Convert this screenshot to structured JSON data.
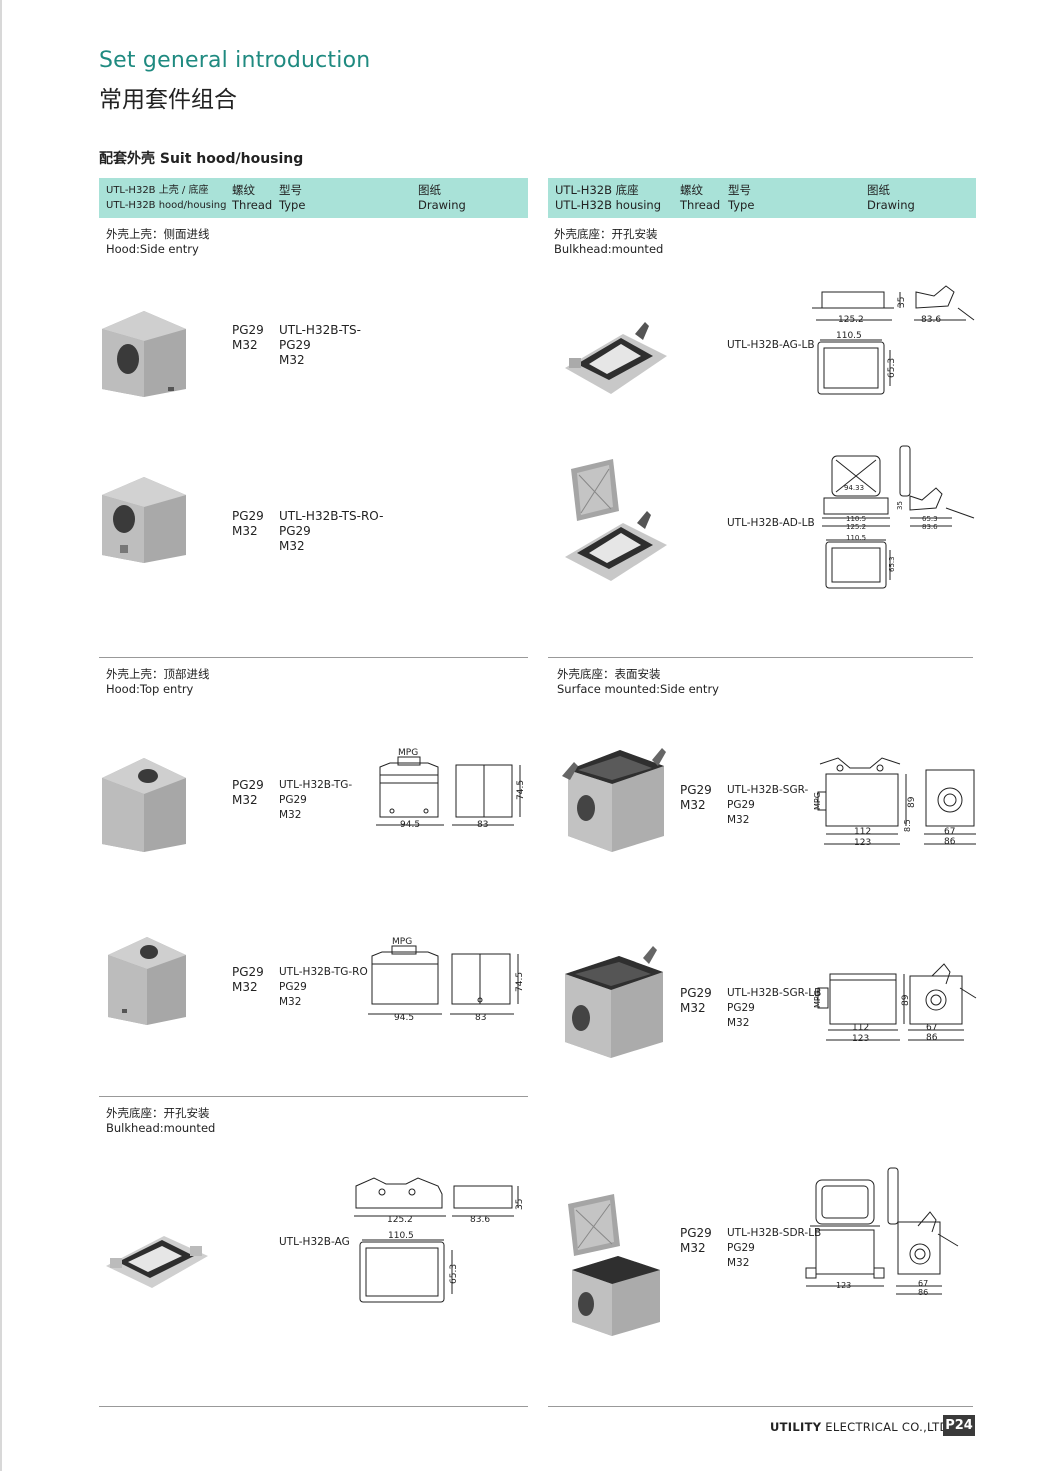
{
  "page": {
    "title_en": "Set general introduction",
    "title_cn": "常用套件组合",
    "section_title": "配套外壳  Suit hood/housing"
  },
  "left_header": {
    "col1_cn": "UTL-H32B 上壳 / 底座",
    "col1_en": "UTL-H32B hood/housing",
    "thread_cn": "螺纹",
    "thread_en": "Thread",
    "type_cn": "型号",
    "type_en": "Type",
    "drawing_cn": "图纸",
    "drawing_en": "Drawing"
  },
  "right_header": {
    "col1_cn": "UTL-H32B 底座",
    "col1_en": "UTL-H32B housing",
    "thread_cn": "螺纹",
    "thread_en": "Thread",
    "type_cn": "型号",
    "type_en": "Type",
    "drawing_cn": "图纸",
    "drawing_en": "Drawing"
  },
  "sections": {
    "side_entry": {
      "cn": "外壳上壳：侧面进线",
      "en": "Hood:Side entry"
    },
    "top_entry": {
      "cn": "外壳上壳：顶部进线",
      "en": "Hood:Top entry"
    },
    "bulkhead_left": {
      "cn": "外壳底座：开孔安装",
      "en": "Bulkhead:mounted"
    },
    "bulkhead_right": {
      "cn": "外壳底座：开孔安装",
      "en": "Bulkhead:mounted"
    },
    "surface": {
      "cn": "外壳底座：表面安装",
      "en": "Surface mounted:Side entry"
    }
  },
  "products": [
    {
      "thread": [
        "PG29",
        "M32"
      ],
      "type": [
        "UTL-H32B-TS-",
        "PG29",
        "M32"
      ]
    },
    {
      "thread": [
        "PG29",
        "M32"
      ],
      "type": [
        "UTL-H32B-TS-RO-",
        "PG29",
        "M32"
      ]
    },
    {
      "thread": [
        "PG29",
        "M32"
      ],
      "type": [
        "UTL-H32B-TG-",
        "PG29",
        "M32"
      ]
    },
    {
      "thread": [
        "PG29",
        "M32"
      ],
      "type": [
        "UTL-H32B-TG-RO",
        "PG29",
        "M32"
      ]
    },
    {
      "thread": [],
      "type": [
        "UTL-H32B-AG"
      ]
    },
    {
      "thread": [],
      "type": [
        "UTL-H32B-AG-LB"
      ]
    },
    {
      "thread": [],
      "type": [
        "UTL-H32B-AD-LB"
      ]
    },
    {
      "thread": [
        "PG29",
        "M32"
      ],
      "type": [
        "UTL-H32B-SGR-",
        "PG29",
        "M32"
      ]
    },
    {
      "thread": [
        "PG29",
        "M32"
      ],
      "type": [
        "UTL-H32B-SGR-LB",
        "PG29",
        "M32"
      ]
    },
    {
      "thread": [
        "PG29",
        "M32"
      ],
      "type": [
        "UTL-H32B-SDR-LB",
        "PG29",
        "M32"
      ]
    }
  ],
  "dims": {
    "tg_mpg": "MPG",
    "tg_w": "94.5",
    "tg_d": "83",
    "tg_h": "74.5",
    "ag_l": "125.2",
    "ag_d": "83.6",
    "ag_h": "35",
    "ag_w": "110.5",
    "ag_v": "65.3",
    "ad_in": "94.33",
    "ad_1": "110.5",
    "ad_2": "125.2",
    "ad_3": "65.3",
    "ad_4": "83.6",
    "ad_h": "35",
    "sgr_w1": "112",
    "sgr_w2": "123",
    "sgr_h": "89",
    "sgr_h2": "8.5",
    "sgr_d1": "67",
    "sgr_d2": "86",
    "sgr_mpg": "MPG",
    "sdr_w": "123",
    "sdr_d1": "67",
    "sdr_d2": "86"
  },
  "footer": {
    "brand": "UTILITY",
    "company": " ELECTRICAL CO.,LTD.",
    "page": "P24"
  }
}
